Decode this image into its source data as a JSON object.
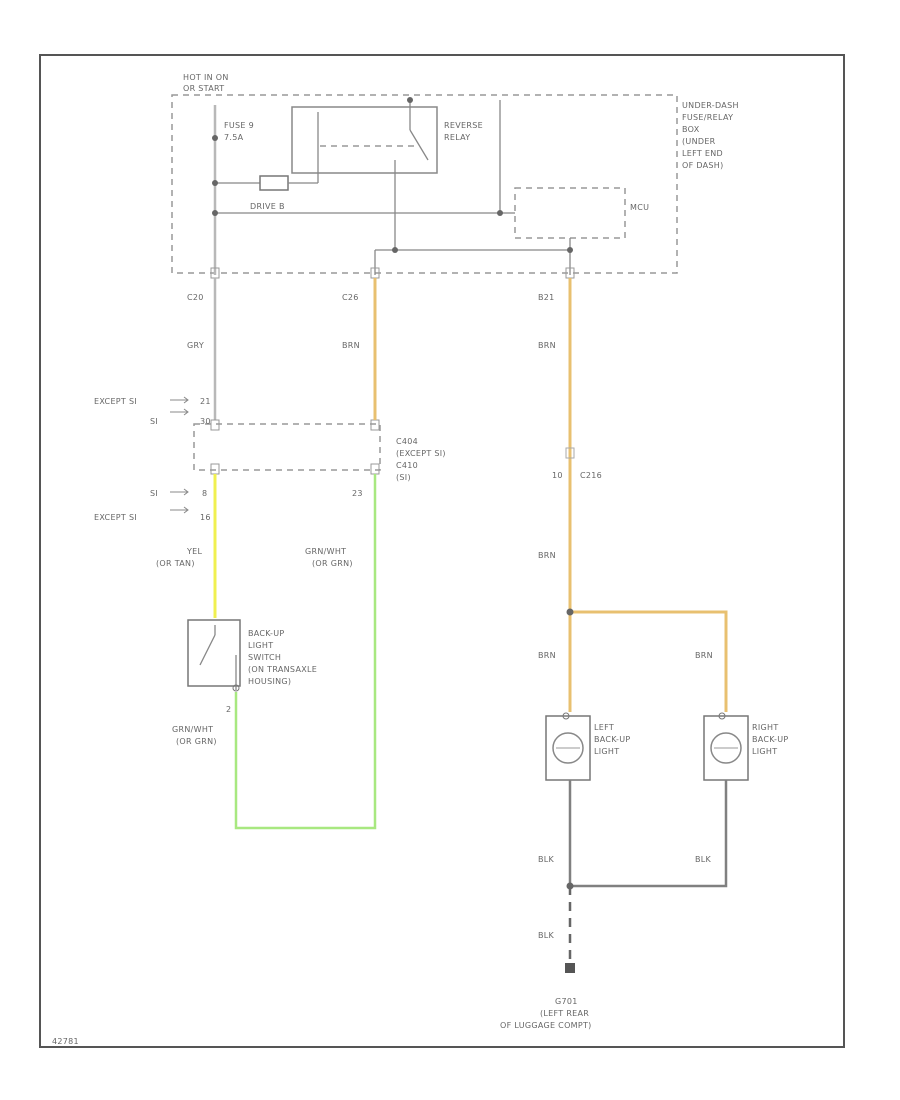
{
  "colors": {
    "brn": "#e8c070",
    "yel": "#f0f050",
    "grn_wht": "#a8e880",
    "gry": "#b8b8b8",
    "blk": "#808080"
  },
  "labels": {
    "hot_in": "HOT IN ON",
    "or_start": "OR START",
    "fuse": "FUSE 9",
    "fuse_amp": "7.5A",
    "reverse": "REVERSE",
    "relay": "RELAY",
    "drive_b": "DRIVE B",
    "mcu": "MCU",
    "box_line1": "UNDER-DASH",
    "box_line2": "FUSE/RELAY",
    "box_line3": "BOX",
    "box_line4": "(UNDER",
    "box_line5": "LEFT END",
    "box_line6": "OF DASH)",
    "c_left": "C20",
    "c_mid": "C26",
    "c_right": "B21",
    "gry": "GRY",
    "brn_1": "BRN",
    "brn_2": "BRN",
    "except_si_top": "EXCEPT SI",
    "si_top": "SI",
    "pin_21": "21",
    "pin_30": "30",
    "except_si_bot": "EXCEPT SI",
    "si_bot": "SI",
    "pin_8": "8",
    "pin_16": "16",
    "c_mid_pin": "23",
    "conn_1": "C404",
    "conn_2": "(EXCEPT SI)",
    "conn_3": "C410",
    "conn_4": "(SI)",
    "pin_10": "10",
    "c216": "C216",
    "yel": "YEL",
    "or_tan": "(OR TAN)",
    "grn_wht": "GRN/WHT",
    "or_grn": "(OR GRN)",
    "brn_3": "BRN",
    "brn_4": "BRN",
    "brn_5": "BRN",
    "sw_1": "BACK-UP",
    "sw_2": "LIGHT",
    "sw_3": "SWITCH",
    "sw_4": "(ON TRANSAXLE",
    "sw_5": "HOUSING)",
    "sw_pin": "2",
    "grn_wht_2": "GRN/WHT",
    "or_grn_2": "(OR GRN)",
    "left_1": "LEFT",
    "left_2": "BACK-UP",
    "left_3": "LIGHT",
    "right_1": "RIGHT",
    "right_2": "BACK-UP",
    "right_3": "LIGHT",
    "blk_1": "BLK",
    "blk_2": "BLK",
    "blk_3": "BLK",
    "g_1": "G701",
    "g_2": "(LEFT REAR",
    "g_3": "OF LUGGAGE COMPT)",
    "code": "42781"
  }
}
